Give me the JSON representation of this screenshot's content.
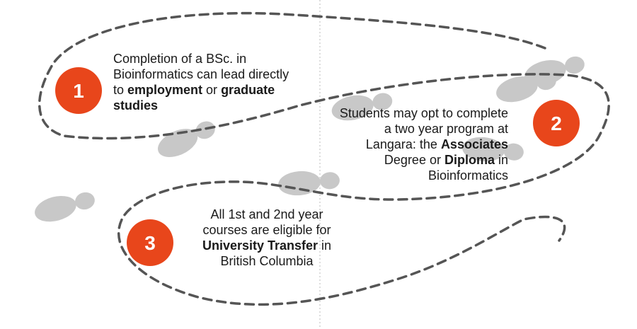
{
  "steps": [
    {
      "number": "1",
      "lines": [
        [
          {
            "t": "Completion of a BSc. in"
          }
        ],
        [
          {
            "t": "Bioinformatics can lead directly"
          }
        ],
        [
          {
            "t": "to "
          },
          {
            "t": "employment",
            "b": true
          },
          {
            "t": " or "
          },
          {
            "t": "graduate",
            "b": true
          }
        ],
        [
          {
            "t": "studies",
            "b": true
          }
        ]
      ]
    },
    {
      "number": "2",
      "lines": [
        [
          {
            "t": "Students may opt to complete"
          }
        ],
        [
          {
            "t": "a two year program at"
          }
        ],
        [
          {
            "t": "Langara: the "
          },
          {
            "t": "Associates",
            "b": true
          }
        ],
        [
          {
            "t": "Degree or "
          },
          {
            "t": "Diploma",
            "b": true
          },
          {
            "t": " in"
          }
        ],
        [
          {
            "t": "Bioinformatics"
          }
        ]
      ]
    },
    {
      "number": "3",
      "lines": [
        [
          {
            "t": "All 1st and 2nd year"
          }
        ],
        [
          {
            "t": "courses are eligible for"
          }
        ],
        [
          {
            "t": "University Transfer",
            "b": true
          },
          {
            "t": " in"
          }
        ],
        [
          {
            "t": "British Columbia"
          }
        ]
      ]
    }
  ],
  "colors": {
    "badge": "#e8461b",
    "footprint": "#c8c8c8",
    "path": "#555555",
    "divider": "#bbbbbb"
  },
  "icons": {
    "footprint": "shoe-footprint-icon"
  }
}
